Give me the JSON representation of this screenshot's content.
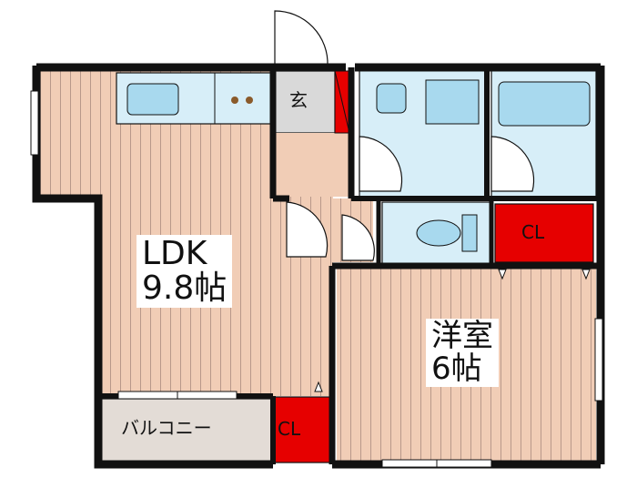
{
  "rooms": {
    "ldk": {
      "name": "LDK",
      "size": "9.8帖"
    },
    "western": {
      "name": "洋室",
      "size": "6帖"
    },
    "entrance": {
      "name": "玄"
    },
    "closet_1": {
      "name": "CL"
    },
    "closet_2": {
      "name": "CL"
    },
    "balcony": {
      "name": "バルコニー"
    }
  },
  "colors": {
    "wall": "#111111",
    "floor": "#f1cdb6",
    "floor_stripe": "#b8988a",
    "wet_area": "#d7eef8",
    "fixture": "#a8d9ee",
    "closet": "#e60000",
    "entrance_floor": "#d9d9d9",
    "balcony_floor": "#e3dcd6"
  }
}
